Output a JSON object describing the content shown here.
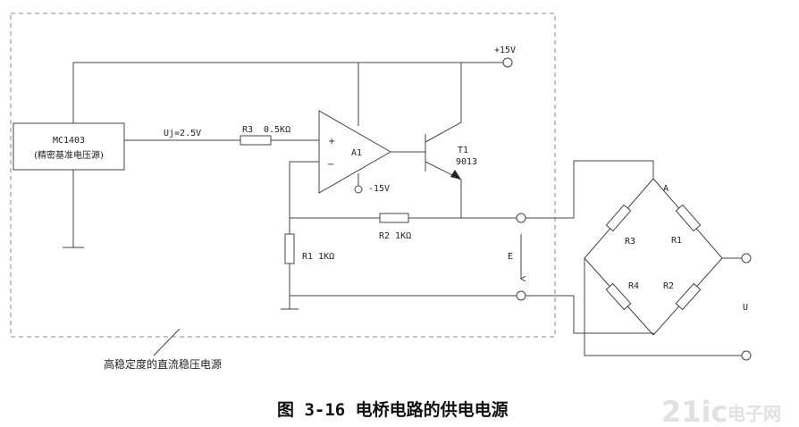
{
  "components": {
    "ref": {
      "name": "MC1403",
      "desc": "(精密基准电压源)"
    },
    "uj": "Uj=2.5V",
    "r3": {
      "name": "R3",
      "value": "0.5KΩ"
    },
    "r2": "R2 1KΩ",
    "r1": "R1 1KΩ",
    "opamp": {
      "name": "A1",
      "plus": "+",
      "minus": "−"
    },
    "t1": {
      "name": "T1",
      "model": "9013"
    },
    "supply_pos": "+15V",
    "supply_neg": "-15V",
    "e_label": "E",
    "bridge": {
      "node_a": "A",
      "r1": "R1",
      "r2": "R2",
      "r3": "R3",
      "r4": "R4",
      "out": "U"
    }
  },
  "boundary_label": "高稳定度的直流稳压电源",
  "caption": "图 3-16 电桥电路的供电电源",
  "watermark": {
    "num": "21ic",
    "text": "电子网"
  }
}
